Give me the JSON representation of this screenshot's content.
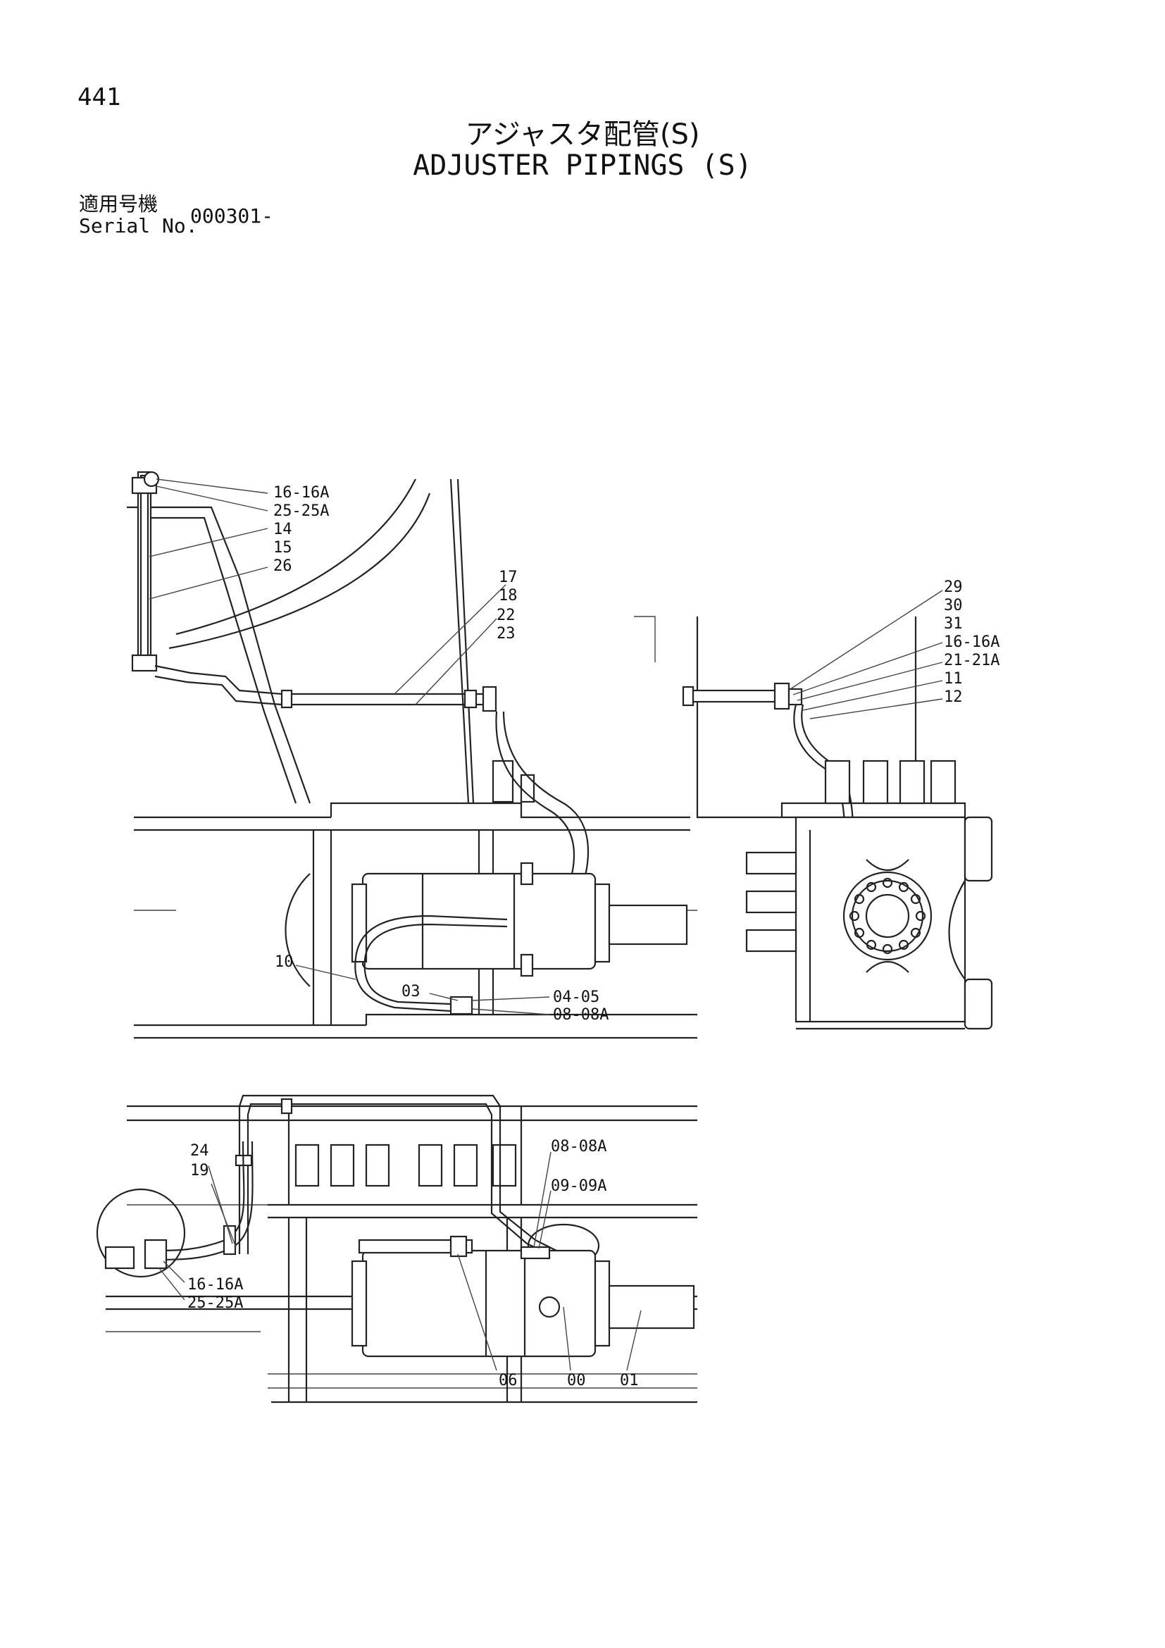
{
  "page": {
    "number": "441",
    "title_ja": "アジャスタ配管(S)",
    "title_en": "ADJUSTER PIPINGS (S)",
    "serial_label_ja": "適用号機",
    "serial_label_en": "Serial No.",
    "serial_value": "000301-"
  },
  "callouts": {
    "top_left": [
      "16-16A",
      "25-25A",
      "14",
      "15",
      "26",
      "17",
      "18",
      "22",
      "23",
      "10",
      "03",
      "04-05",
      "08-08A"
    ],
    "top_right": [
      "29",
      "30",
      "31",
      "16-16A",
      "21-21A",
      "11",
      "12"
    ],
    "bottom": [
      "24",
      "19",
      "16-16A",
      "25-25A",
      "08-08A",
      "09-09A",
      "06",
      "00",
      "01"
    ]
  }
}
